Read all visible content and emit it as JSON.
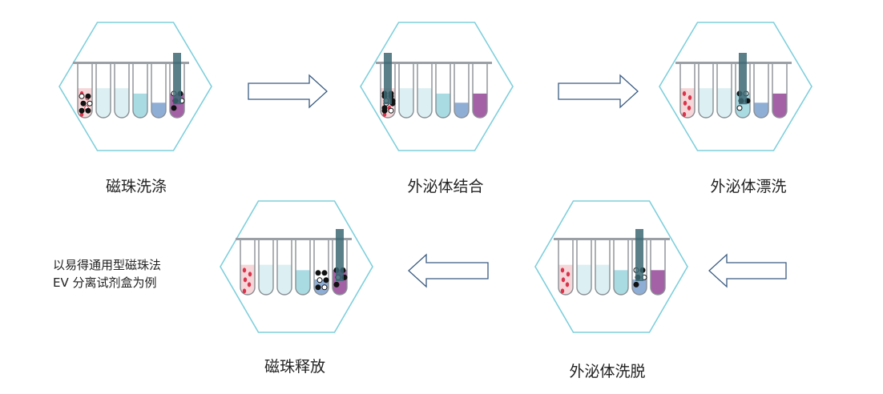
{
  "steps": [
    {
      "id": "bead-washing",
      "label": "磁珠洗涤",
      "rod_tube": 5,
      "pellet_tube": 5,
      "beads_tube": 0
    },
    {
      "id": "ev-binding",
      "label": "外泌体结合",
      "rod_tube": 0,
      "pellet_tube": 0,
      "beads_tube": 0
    },
    {
      "id": "ev-rinsing",
      "label": "外泌体漂洗",
      "rod_tube": 3,
      "pellet_tube": 3,
      "beads_tube": -1
    },
    {
      "id": "ev-elution",
      "label": "外泌体洗脱",
      "rod_tube": 4,
      "pellet_tube": 4,
      "beads_tube": -1
    },
    {
      "id": "bead-release",
      "label": "磁珠释放",
      "rod_tube": 5,
      "pellet_tube": 5,
      "beads_tube": 4
    }
  ],
  "note": {
    "line1": "以易得通用型磁珠法",
    "line2": "EV 分离试剂盒为例"
  },
  "colors": {
    "hexagon_stroke": "#7ecfdc",
    "arrow_stroke": "#3b5c82",
    "rod": "#3d6874",
    "tube_outline": "#8a8f94",
    "tube_liquids": [
      "#f6d6d8",
      "#dceff3",
      "#dceff3",
      "#a9dbe3",
      "#8faed6",
      "#a561a6"
    ]
  }
}
